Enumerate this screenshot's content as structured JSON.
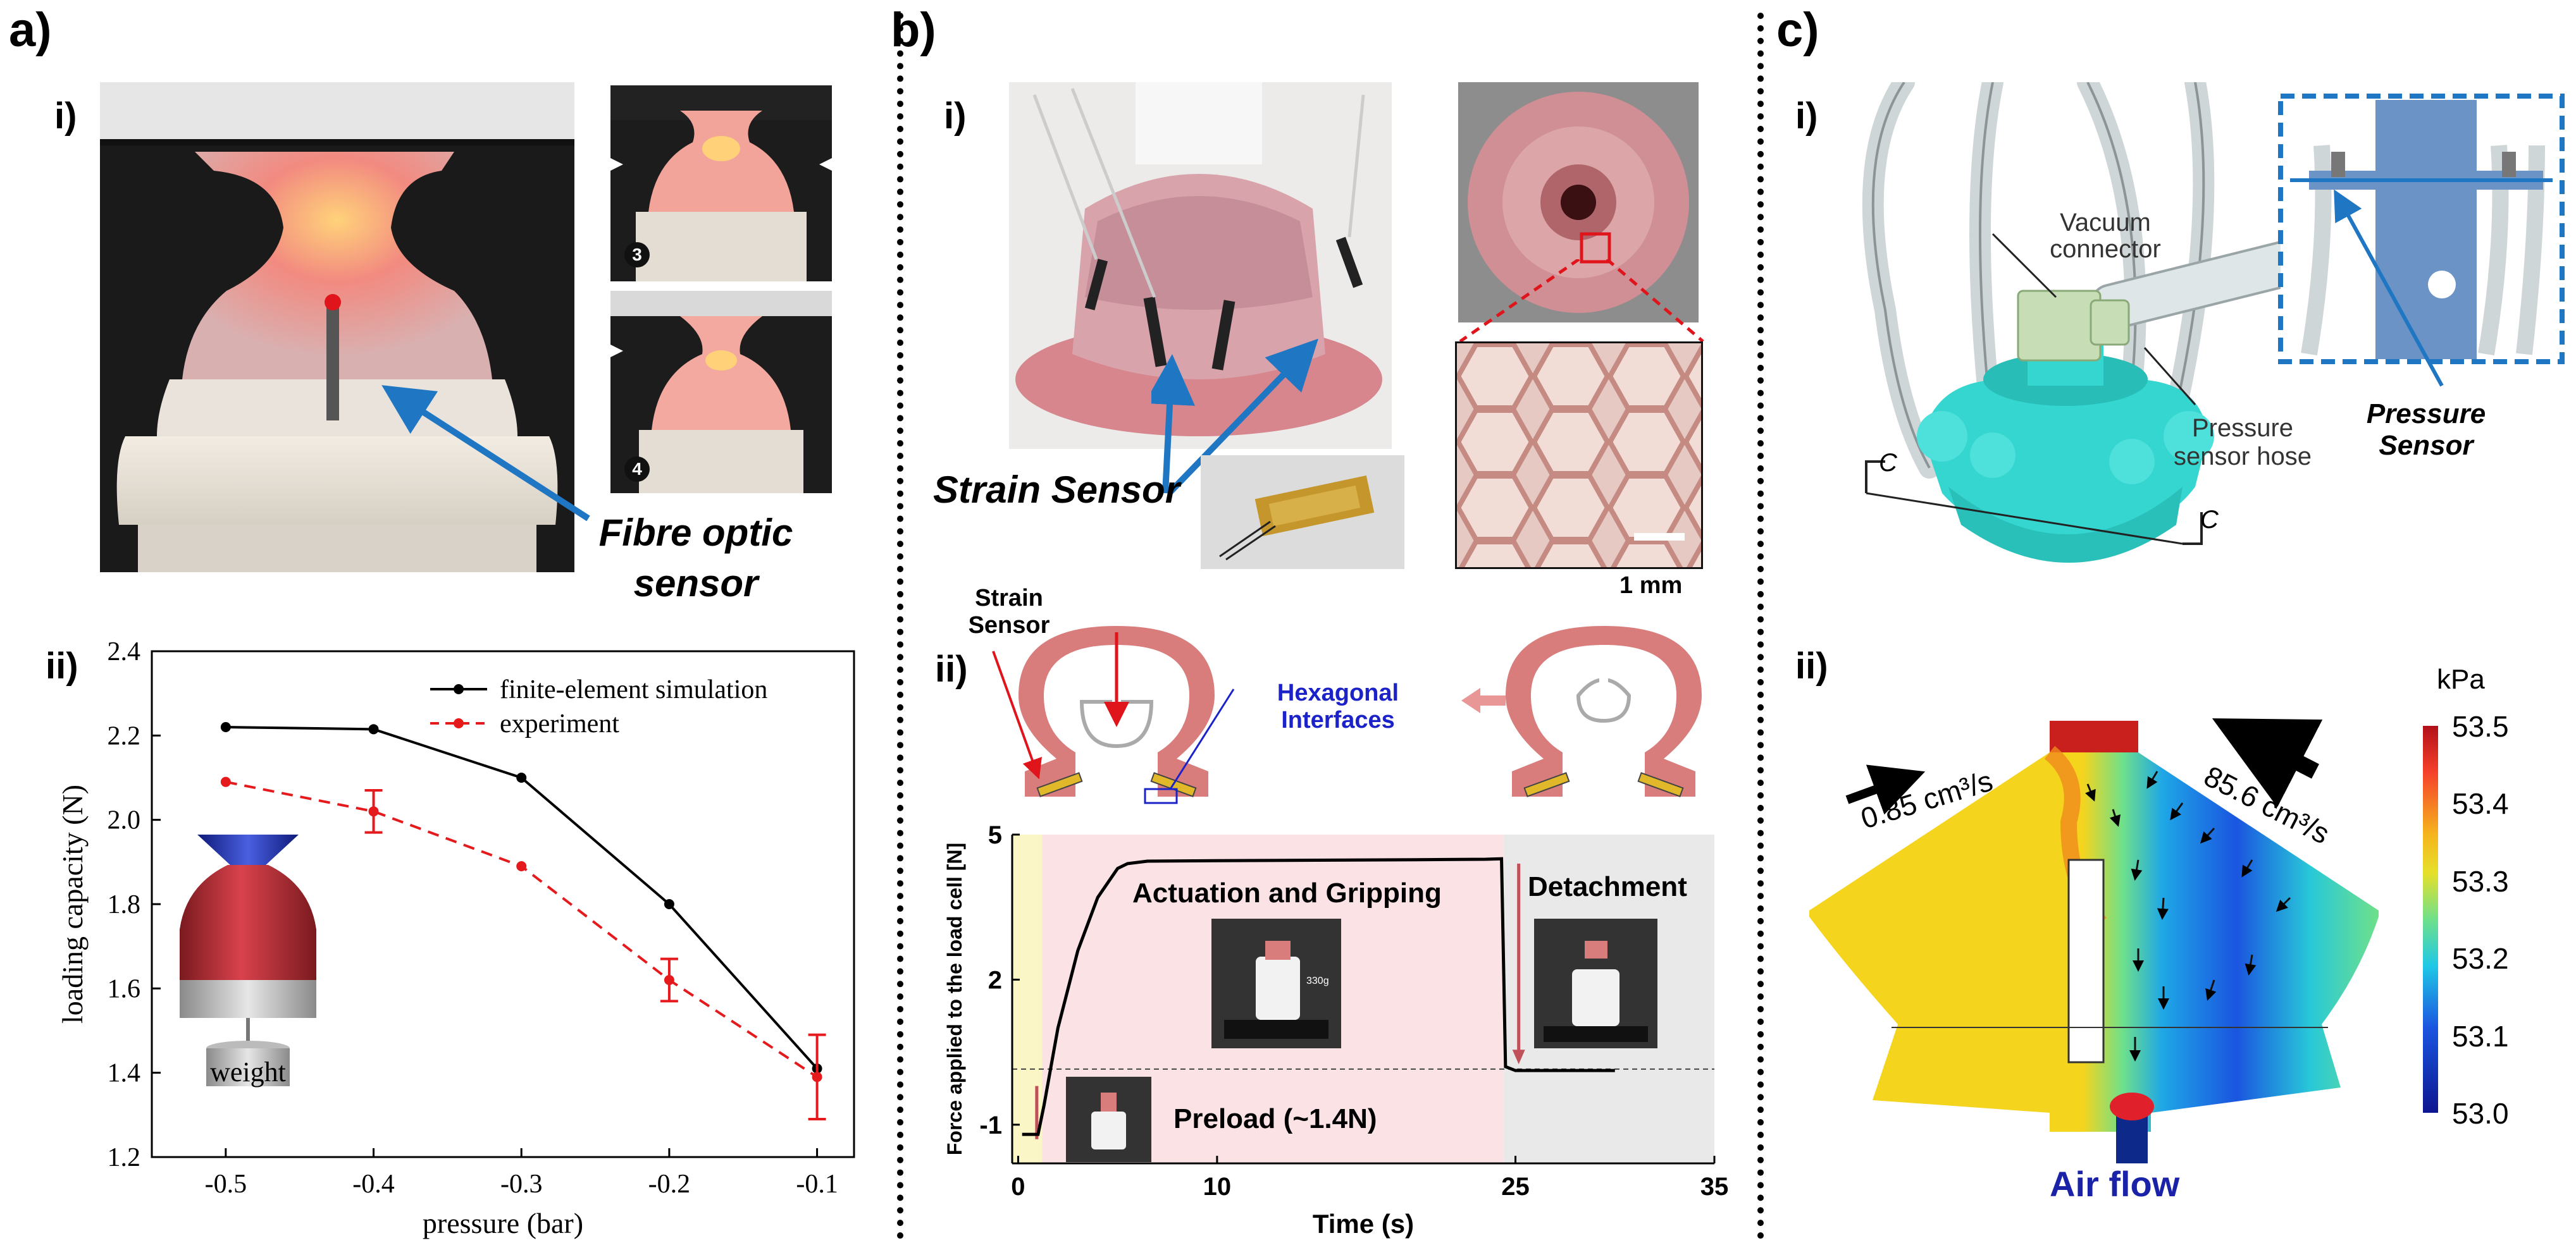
{
  "panels": {
    "a": {
      "letter": "a)",
      "sub_i": "i)",
      "sub_ii": "ii)",
      "step3": "3",
      "step4": "4",
      "sensor_label_1": "Fibre optic",
      "sensor_label_2": "sensor",
      "weight_label": "weight"
    },
    "b": {
      "letter": "b)",
      "sub_i": "i)",
      "sub_ii": "ii)",
      "strain_sensor_italic": "Strain Sensor",
      "scale_bar": "1 mm",
      "strain_sensor_1": "Strain",
      "strain_sensor_2": "Sensor",
      "hex_1": "Hexagonal",
      "hex_2": "Interfaces",
      "actuation": "Actuation and Gripping",
      "detachment": "Detachment",
      "preload": "Preload (~1.4N)",
      "mass_label": "330g"
    },
    "c": {
      "letter": "c)",
      "sub_i": "i)",
      "sub_ii": "ii)",
      "vacuum_1": "Vacuum",
      "vacuum_2": "connector",
      "hose_1": "Pressure",
      "hose_2": "sensor hose",
      "psensor_1": "Pressure",
      "psensor_2": "Sensor",
      "section_c1": "C",
      "section_c2": "C",
      "flow_left": "0.85 cm³/s",
      "flow_right": "85.6 cm³/s",
      "air_flow": "Air flow",
      "colorbar_unit": "kPa",
      "colorbar_ticks": [
        "53.5",
        "53.4",
        "53.3",
        "53.2",
        "53.1",
        "53.0"
      ]
    }
  },
  "chart_data": [
    {
      "type": "line",
      "xlabel": "pressure (bar)",
      "ylabel": "loading capacity (N)",
      "xlim": [
        -0.55,
        -0.075
      ],
      "ylim": [
        1.2,
        2.4
      ],
      "x_ticks": [
        "-0.5",
        "-0.4",
        "-0.3",
        "-0.2",
        "-0.1"
      ],
      "y_ticks": [
        "1.2",
        "1.4",
        "1.6",
        "1.8",
        "2.0",
        "2.2",
        "2.4"
      ],
      "legend_position": "top-right",
      "series": [
        {
          "name": "finite-element simulation",
          "color": "#000000",
          "style": "solid",
          "x": [
            -0.5,
            -0.4,
            -0.3,
            -0.2,
            -0.1
          ],
          "y": [
            2.22,
            2.215,
            2.1,
            1.8,
            1.41
          ]
        },
        {
          "name": "experiment",
          "color": "#e41a1c",
          "style": "dashed",
          "x": [
            -0.5,
            -0.4,
            -0.3,
            -0.2,
            -0.1
          ],
          "y": [
            2.09,
            2.02,
            1.89,
            1.62,
            1.39
          ],
          "error": [
            0.0,
            0.05,
            0.0,
            0.05,
            0.1
          ]
        }
      ]
    },
    {
      "type": "line",
      "xlabel": "Time (s)",
      "ylabel": "Force applied to the load cell [N]",
      "xlim": [
        -0.3,
        35
      ],
      "ylim": [
        -1.8,
        5
      ],
      "x_ticks": [
        "0",
        "10",
        "25",
        "35"
      ],
      "x_tick_values": [
        0,
        10,
        25,
        35
      ],
      "y_ticks": [
        "5",
        "2",
        "-1"
      ],
      "y_tick_values": [
        5,
        2,
        -1
      ],
      "phases": [
        {
          "name": "preload",
          "from": -0.3,
          "to": 1.2,
          "color": "#fbf6c6"
        },
        {
          "name": "actuation",
          "from": 1.2,
          "to": 24.4,
          "color": "#fbe3e5"
        },
        {
          "name": "detachment",
          "from": 24.4,
          "to": 35,
          "color": "#e9e9e9"
        }
      ],
      "baseline": 0.15,
      "series": [
        {
          "name": "",
          "color": "#000000",
          "x": [
            0.2,
            1.0,
            1.3,
            2.0,
            3.0,
            4.0,
            5.0,
            5.5,
            6.5,
            10,
            15,
            20,
            23.5,
            24.3,
            24.5,
            25,
            30
          ],
          "y": [
            -1.2,
            -1.2,
            -0.6,
            1.0,
            2.6,
            3.7,
            4.3,
            4.4,
            4.45,
            4.46,
            4.47,
            4.48,
            4.49,
            4.5,
            0.2,
            0.12,
            0.12
          ]
        }
      ]
    }
  ]
}
